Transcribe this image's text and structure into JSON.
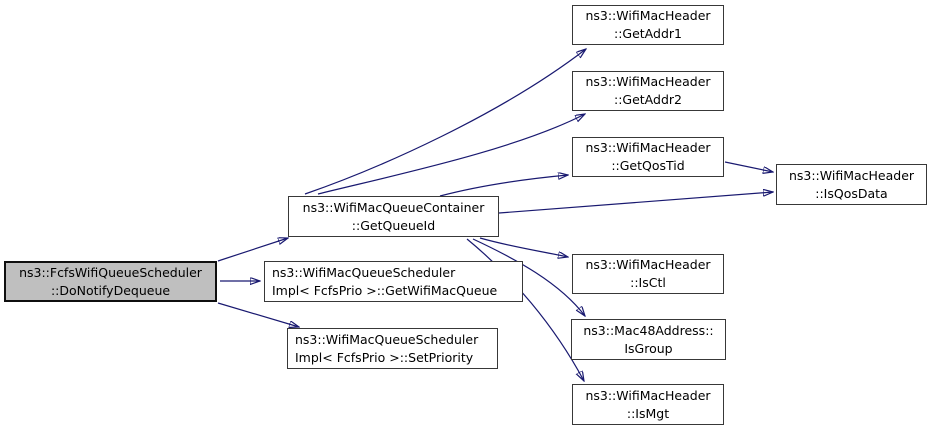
{
  "graph": {
    "type": "call-graph",
    "colors": {
      "edge": "#191970",
      "node_border": "#383838",
      "node_fill": "#ffffff",
      "highlight_fill": "#bfbfbf",
      "text": "#000000"
    },
    "nodes": [
      {
        "id": "DoNotifyDequeue",
        "label": "ns3::FcfsWifiQueueScheduler\n::DoNotifyDequeue",
        "highlighted": true
      },
      {
        "id": "GetQueueId",
        "label": "ns3::WifiMacQueueContainer\n::GetQueueId",
        "highlighted": false
      },
      {
        "id": "GetWifiMacQueue",
        "label": "ns3::WifiMacQueueScheduler\nImpl< FcfsPrio >::GetWifiMacQueue",
        "highlighted": false
      },
      {
        "id": "SetPriority",
        "label": "ns3::WifiMacQueueScheduler\nImpl< FcfsPrio >::SetPriority",
        "highlighted": false
      },
      {
        "id": "GetAddr1",
        "label": "ns3::WifiMacHeader\n::GetAddr1",
        "highlighted": false
      },
      {
        "id": "GetAddr2",
        "label": "ns3::WifiMacHeader\n::GetAddr2",
        "highlighted": false
      },
      {
        "id": "GetQosTid",
        "label": "ns3::WifiMacHeader\n::GetQosTid",
        "highlighted": false
      },
      {
        "id": "IsQosData",
        "label": "ns3::WifiMacHeader\n::IsQosData",
        "highlighted": false
      },
      {
        "id": "IsCtl",
        "label": "ns3::WifiMacHeader\n::IsCtl",
        "highlighted": false
      },
      {
        "id": "IsGroup",
        "label": "ns3::Mac48Address::\nIsGroup",
        "highlighted": false
      },
      {
        "id": "IsMgt",
        "label": "ns3::WifiMacHeader\n::IsMgt",
        "highlighted": false
      }
    ],
    "edges": [
      {
        "from": "DoNotifyDequeue",
        "to": "GetQueueId"
      },
      {
        "from": "DoNotifyDequeue",
        "to": "GetWifiMacQueue"
      },
      {
        "from": "DoNotifyDequeue",
        "to": "SetPriority"
      },
      {
        "from": "GetQueueId",
        "to": "GetAddr1"
      },
      {
        "from": "GetQueueId",
        "to": "GetAddr2"
      },
      {
        "from": "GetQueueId",
        "to": "GetQosTid"
      },
      {
        "from": "GetQueueId",
        "to": "IsQosData"
      },
      {
        "from": "GetQueueId",
        "to": "IsCtl"
      },
      {
        "from": "GetQueueId",
        "to": "IsGroup"
      },
      {
        "from": "GetQueueId",
        "to": "IsMgt"
      },
      {
        "from": "GetQosTid",
        "to": "IsQosData"
      }
    ]
  }
}
